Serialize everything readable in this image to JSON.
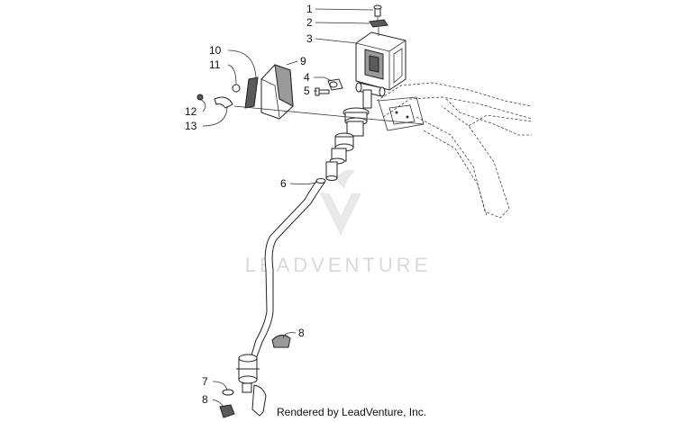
{
  "callouts": {
    "c1": "1",
    "c2": "2",
    "c3": "3",
    "c4": "4",
    "c5": "5",
    "c6": "6",
    "c7": "7",
    "c8a": "8",
    "c8b": "8",
    "c9": "9",
    "c10": "10",
    "c11": "11",
    "c12": "12",
    "c13": "13"
  },
  "watermark": "LEADVENTURE",
  "footer": "Rendered by LeadVenture, Inc.",
  "icons": {
    "watermark_logo": "leadventure-logo-icon"
  }
}
